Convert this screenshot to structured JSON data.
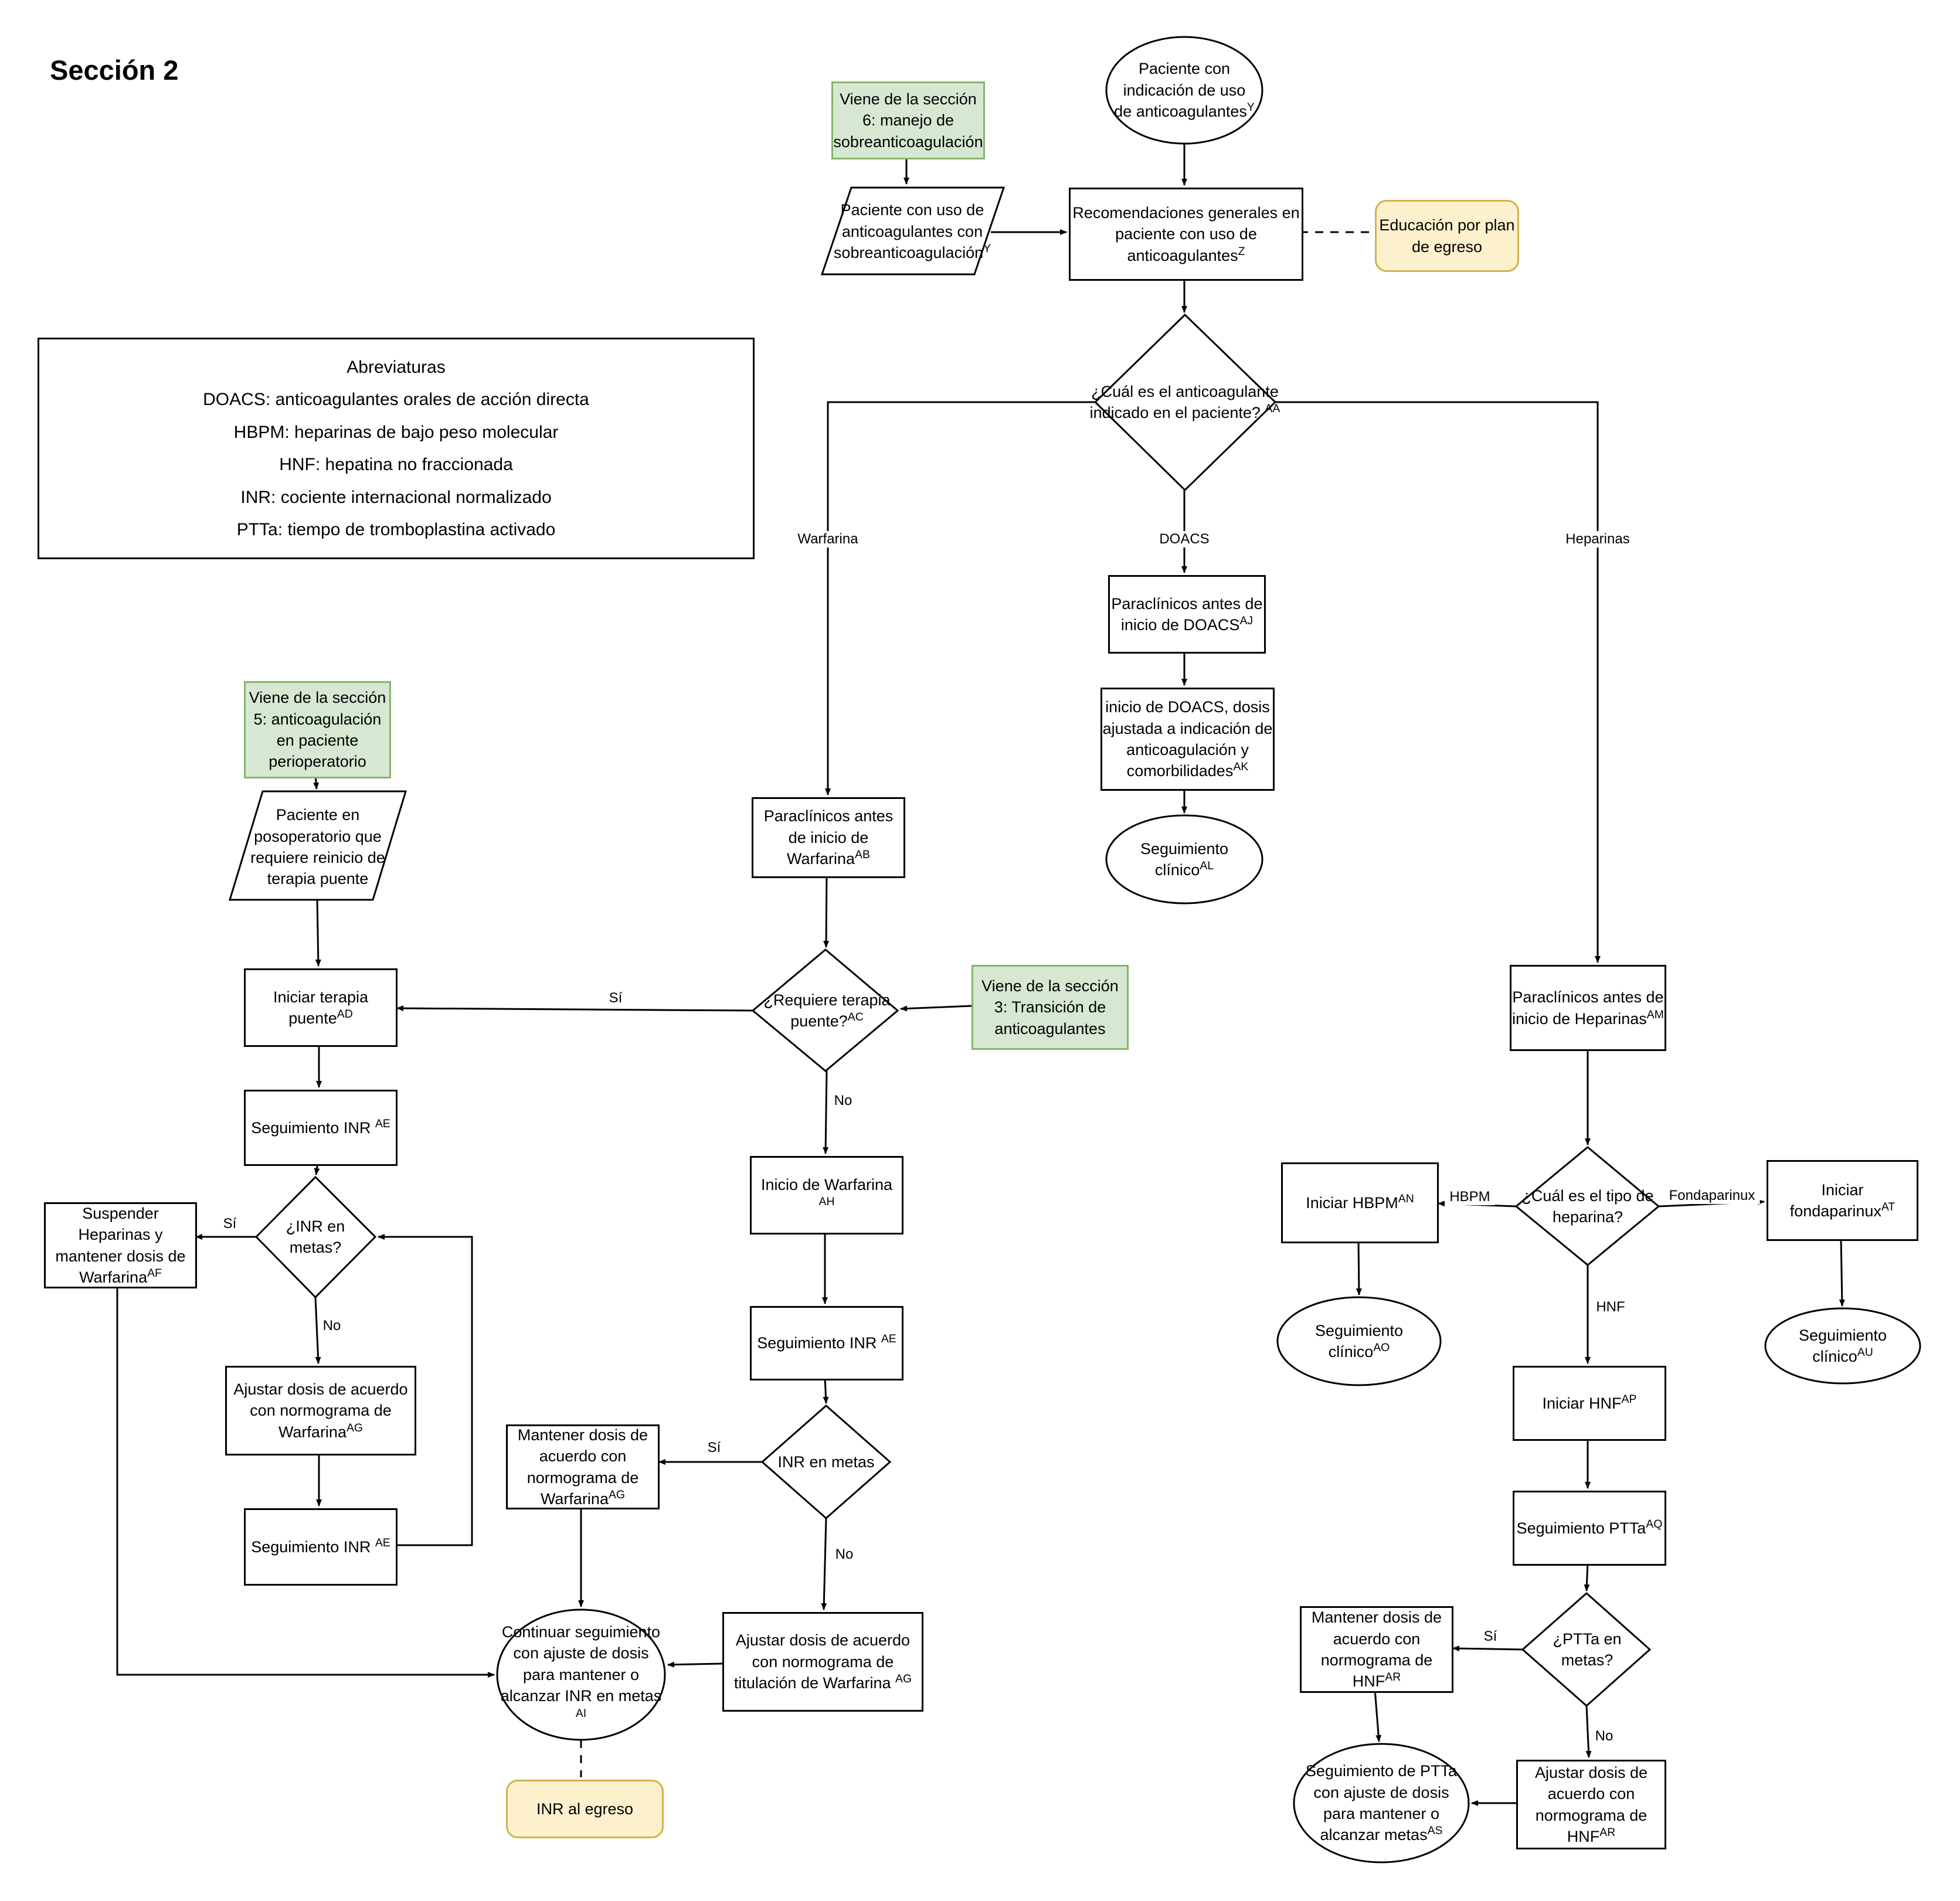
{
  "title": "Sección 2",
  "colors": {
    "green_fill": "#d6e8d2",
    "green_border": "#85b469",
    "yellow_fill": "#fdf1cd",
    "yellow_border": "#d1b24c"
  },
  "abbreviations": {
    "title": "Abreviaturas",
    "lines": [
      "DOACS: anticoagulantes orales de acción directa",
      "HBPM: heparinas de bajo peso molecular",
      "HNF: hepatina no fraccionada",
      "INR: cociente internacional normalizado",
      "PTTa: tiempo de tromboplastina activado"
    ]
  },
  "nodes": {
    "from6": {
      "text": "Viene de la sección 6: manejo de sobreanticoagulación"
    },
    "start": {
      "text": "Paciente con indicación de uso de anticoagulantes",
      "sup": "Y"
    },
    "io_sobre": {
      "text": "Paciente con uso de anticoagulantes con sobreanticoagulación",
      "sup": "Y"
    },
    "recomendaciones": {
      "text": "Recomendaciones generales en paciente con uso de anticoagulantes",
      "sup": "Z"
    },
    "educacion": {
      "text": "Educación por plan de egreso"
    },
    "q_anticoagulante": {
      "text": "¿Cuál es el anticoagulante indicado en el paciente? ",
      "sup": "AA"
    },
    "paraclinicos_doacs": {
      "text": "Paraclínicos antes de inicio de DOACS",
      "sup": "AJ"
    },
    "inicio_doacs": {
      "text": "inicio de DOACS, dosis ajustada a indicación de anticoagulación y comorbilidades",
      "sup": "AK"
    },
    "seg_clinico_al": {
      "text": "Seguimiento clínico",
      "sup": "AL"
    },
    "from5": {
      "text": "Viene de la sección 5: anticoagulación en paciente perioperatorio"
    },
    "io_posop": {
      "text": "Paciente en posoperatorio que requiere reinicio de terapia puente"
    },
    "iniciar_puente": {
      "text": "Iniciar terapia puente",
      "sup": "AD"
    },
    "seg_inr": {
      "text": "Seguimiento INR ",
      "sup": "AE"
    },
    "q_inr_1": {
      "text": "¿INR en metas?"
    },
    "suspender": {
      "text": "Suspender Heparinas y mantener dosis de Warfarina",
      "sup": "AF"
    },
    "ajustar_warfarina": {
      "text": "Ajustar dosis de acuerdo con normograma de Warfarina",
      "sup": "AG"
    },
    "paraclinicos_warfarina": {
      "text": "Paraclínicos antes de inicio de Warfarina",
      "sup": "AB"
    },
    "q_puente": {
      "text": "¿Requiere terapia puente?",
      "sup": "AC"
    },
    "from3": {
      "text": "Viene de la sección 3: Transición de anticoagulantes"
    },
    "inicio_warfarina": {
      "text": "Inicio de Warfarina ",
      "sup": "AH"
    },
    "q_inr_2": {
      "text": "INR en metas"
    },
    "mantener_warfarina": {
      "text": "Mantener dosis de acuerdo con normograma de Warfarina",
      "sup": "AG"
    },
    "ajustar_titulacion": {
      "text": "Ajustar dosis de acuerdo con normograma de titulación de Warfarina ",
      "sup": "AG"
    },
    "continuar": {
      "text": "Continuar seguimiento con ajuste de dosis para mantener o alcanzar INR en metas ",
      "sup": "AI"
    },
    "inr_egreso": {
      "text": "INR al egreso"
    },
    "paraclinicos_heparinas": {
      "text": "Paraclínicos antes de inicio de Heparinas",
      "sup": "AM"
    },
    "q_tipo_heparina": {
      "text": "¿Cuál es el tipo de heparina?"
    },
    "iniciar_hbpm": {
      "text": "Iniciar HBPM",
      "sup": "AN"
    },
    "seg_clinico_ao": {
      "text": "Seguimiento clínico",
      "sup": "AO"
    },
    "iniciar_fonda": {
      "text": "Iniciar fondaparinux",
      "sup": "AT"
    },
    "seg_clinico_au": {
      "text": "Seguimiento clínico",
      "sup": "AU"
    },
    "iniciar_hnf": {
      "text": "Iniciar HNF",
      "sup": "AP"
    },
    "seg_ptta": {
      "text": "Seguimiento PTTa",
      "sup": "AQ"
    },
    "q_ptta": {
      "text": "¿PTTa en metas?"
    },
    "mantener_hnf": {
      "text": "Mantener dosis de acuerdo con normograma de HNF",
      "sup": "AR"
    },
    "ajustar_hnf": {
      "text": "Ajustar dosis de acuerdo con normograma de HNF",
      "sup": "AR"
    },
    "seg_ptta_final": {
      "text": "Seguimiento de PTTa con ajuste de dosis para mantener o alcanzar metas",
      "sup": "AS"
    }
  },
  "edge_labels": {
    "warfarina": "Warfarina",
    "doacs": "DOACS",
    "heparinas": "Heparinas",
    "si": "Sí",
    "no": "No",
    "hbpm": "HBPM",
    "fondaparinux": "Fondaparinux",
    "hnf": "HNF"
  }
}
